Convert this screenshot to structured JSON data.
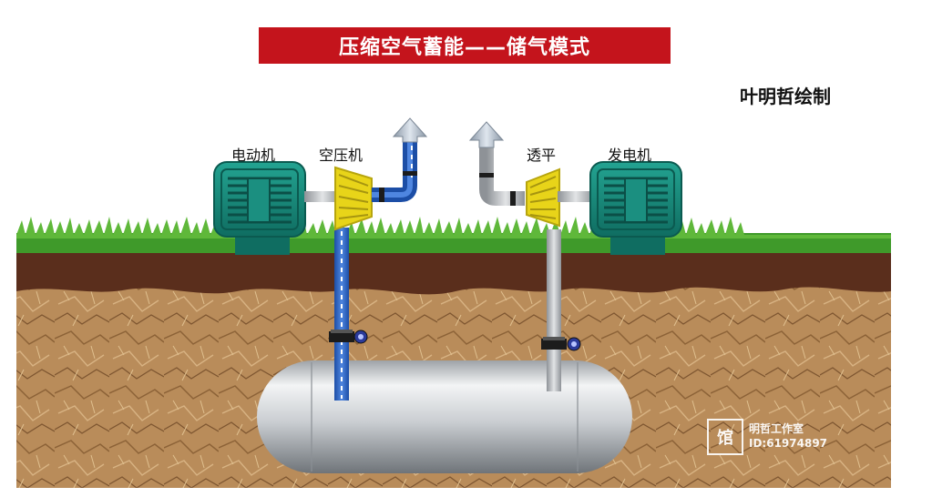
{
  "title": "压缩空气蓄能——储气模式",
  "author": "叶明哲绘制",
  "labels": {
    "motor": "电动机",
    "compressor": "空压机",
    "turbine": "透平",
    "generator": "发电机"
  },
  "watermark": {
    "glyph": "馆",
    "studio": "明哲工作室",
    "id": "ID:61974897"
  },
  "colors": {
    "title_bg": "#c4141c",
    "machine": "#1b8f80",
    "compressed_air_pipe": "#2f68c8",
    "exhaust_pipe": "#bfc3c7",
    "rotor": "#e8d419",
    "soil": "#b98c5a",
    "grass": "#3f9a2a"
  }
}
